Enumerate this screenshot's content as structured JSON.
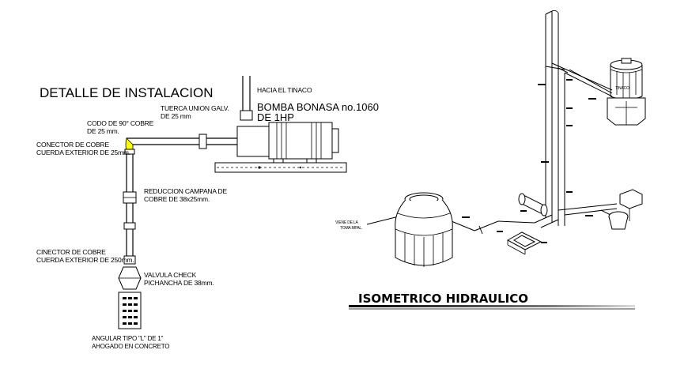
{
  "left_detail": {
    "title": "DETALLE DE INSTALACION",
    "hacia_tinaco": "HACIA EL TINACO",
    "tuerca_line1": "TUERCA UNION GALV.",
    "tuerca_line2": "DE 25 mm",
    "bomba_line1": "BOMBA BONASA no.1060",
    "bomba_line2": "DE 1HP",
    "codo_line1": "CODO DE 90° COBRE",
    "codo_line2": "DE 25 mm.",
    "conector1_line1": "CONECTOR DE COBRE",
    "conector1_line2": "CUERDA EXTERIOR DE 25mm.",
    "reduccion_line1": "REDUCCION CAMPANA DE",
    "reduccion_line2": "COBRE DE 38x25mm.",
    "conector2_line1": "CINECTOR DE COBRE",
    "conector2_line2": "CUERDA EXTERIOR DE 250mm.",
    "valvula_line1": "VALVULA CHECK",
    "valvula_line2": "PICHANCHA DE 38mm.",
    "angular_line1": "ANGULAR TIPO \"L\" DE 1\"",
    "angular_line2": "AHOGADO EN CONCRETO"
  },
  "isometric": {
    "title": "ISOMETRICO  HIDRAULICO",
    "tinaco_label": "TINACO",
    "toma_line1": "VIENE DE LA",
    "toma_line2": "TOMA MPAL."
  },
  "colors": {
    "lines": "#000000",
    "highlight": "#ffff00",
    "background": "#ffffff"
  }
}
